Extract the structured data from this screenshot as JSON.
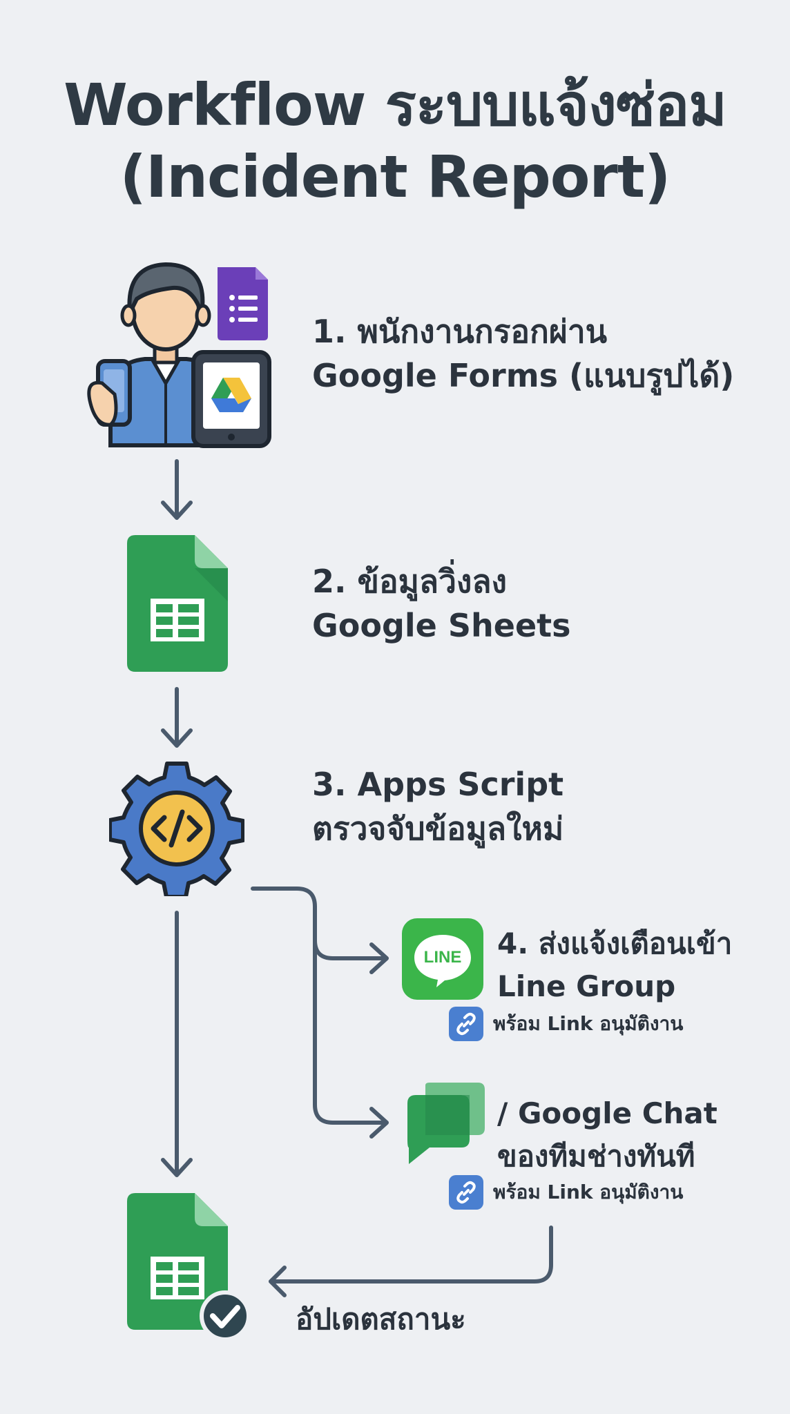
{
  "title": {
    "line1": "Workflow ระบบแจ้งซ่อม",
    "line2": "(Incident Report)"
  },
  "steps": [
    {
      "line1": "1. พนักงานกรอกผ่าน",
      "line2": "Google Forms (แนบรูปได้)",
      "icon": "user-with-phone-tablet-forms-icon"
    },
    {
      "line1": "2. ข้อมูลวิ่งลง",
      "line2": "Google Sheets",
      "icon": "google-sheets-icon"
    },
    {
      "line1": "3. Apps Script",
      "line2": "ตรวจจับข้อมูลใหม่",
      "icon": "apps-script-gear-icon"
    },
    {
      "line1": "4. ส่งแจ้งเตือนเข้า",
      "line2": "Line Group",
      "sub": "พร้อม Link อนุมัติงาน",
      "icon": "line-app-icon"
    },
    {
      "line1": "/ Google Chat",
      "line2": "ของทีมช่างทันที",
      "sub": "พร้อม Link อนุมัติงาน",
      "icon": "google-chat-icon"
    }
  ],
  "final": {
    "label": "อัปเดตสถานะ",
    "icon": "google-sheets-check-icon"
  },
  "line_logo_text": "LINE",
  "colors": {
    "background": "#eef0f3",
    "arrow": "#4a5a6c",
    "sheets_green": "#2f9e55",
    "line_green": "#3bb54a",
    "gear_blue": "#4a7ac8",
    "gear_yellow": "#f2c14e",
    "forms_purple": "#6b3fb8",
    "link_blue": "#4a7fd0"
  }
}
